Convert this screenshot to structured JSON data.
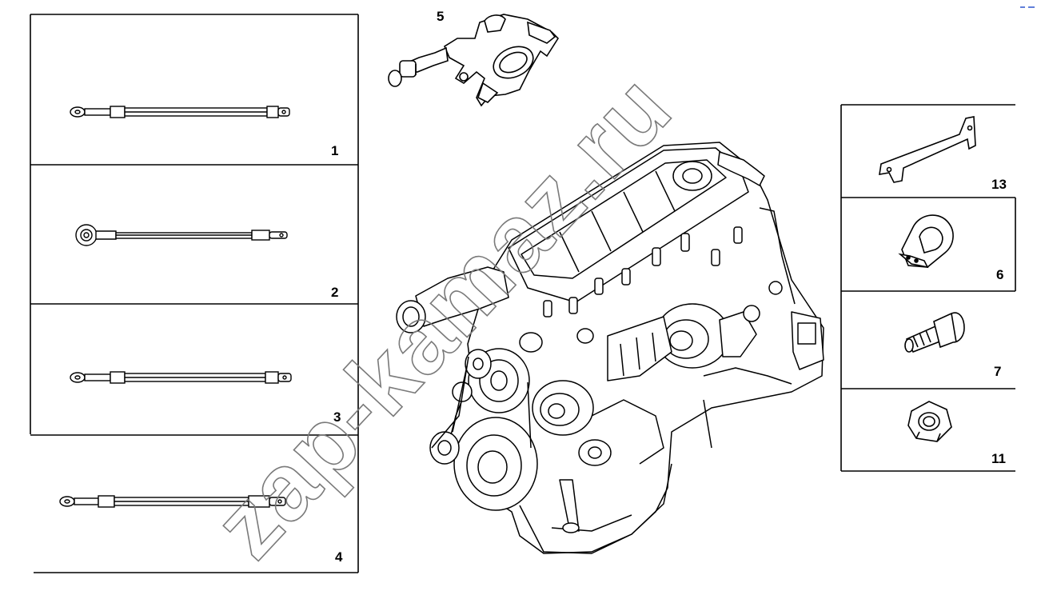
{
  "panels": {
    "left": [
      {
        "label": "1"
      },
      {
        "label": "2"
      },
      {
        "label": "3"
      },
      {
        "label": "4"
      }
    ],
    "right": [
      {
        "label": "13"
      },
      {
        "label": "6"
      },
      {
        "label": "7"
      },
      {
        "label": "11"
      }
    ]
  },
  "callouts": {
    "part5": "5"
  },
  "watermark": {
    "text": "zap-kamaz.ru",
    "color": "#7a7a7a"
  },
  "colors": {
    "line": "#000000",
    "background": "#ffffff"
  }
}
